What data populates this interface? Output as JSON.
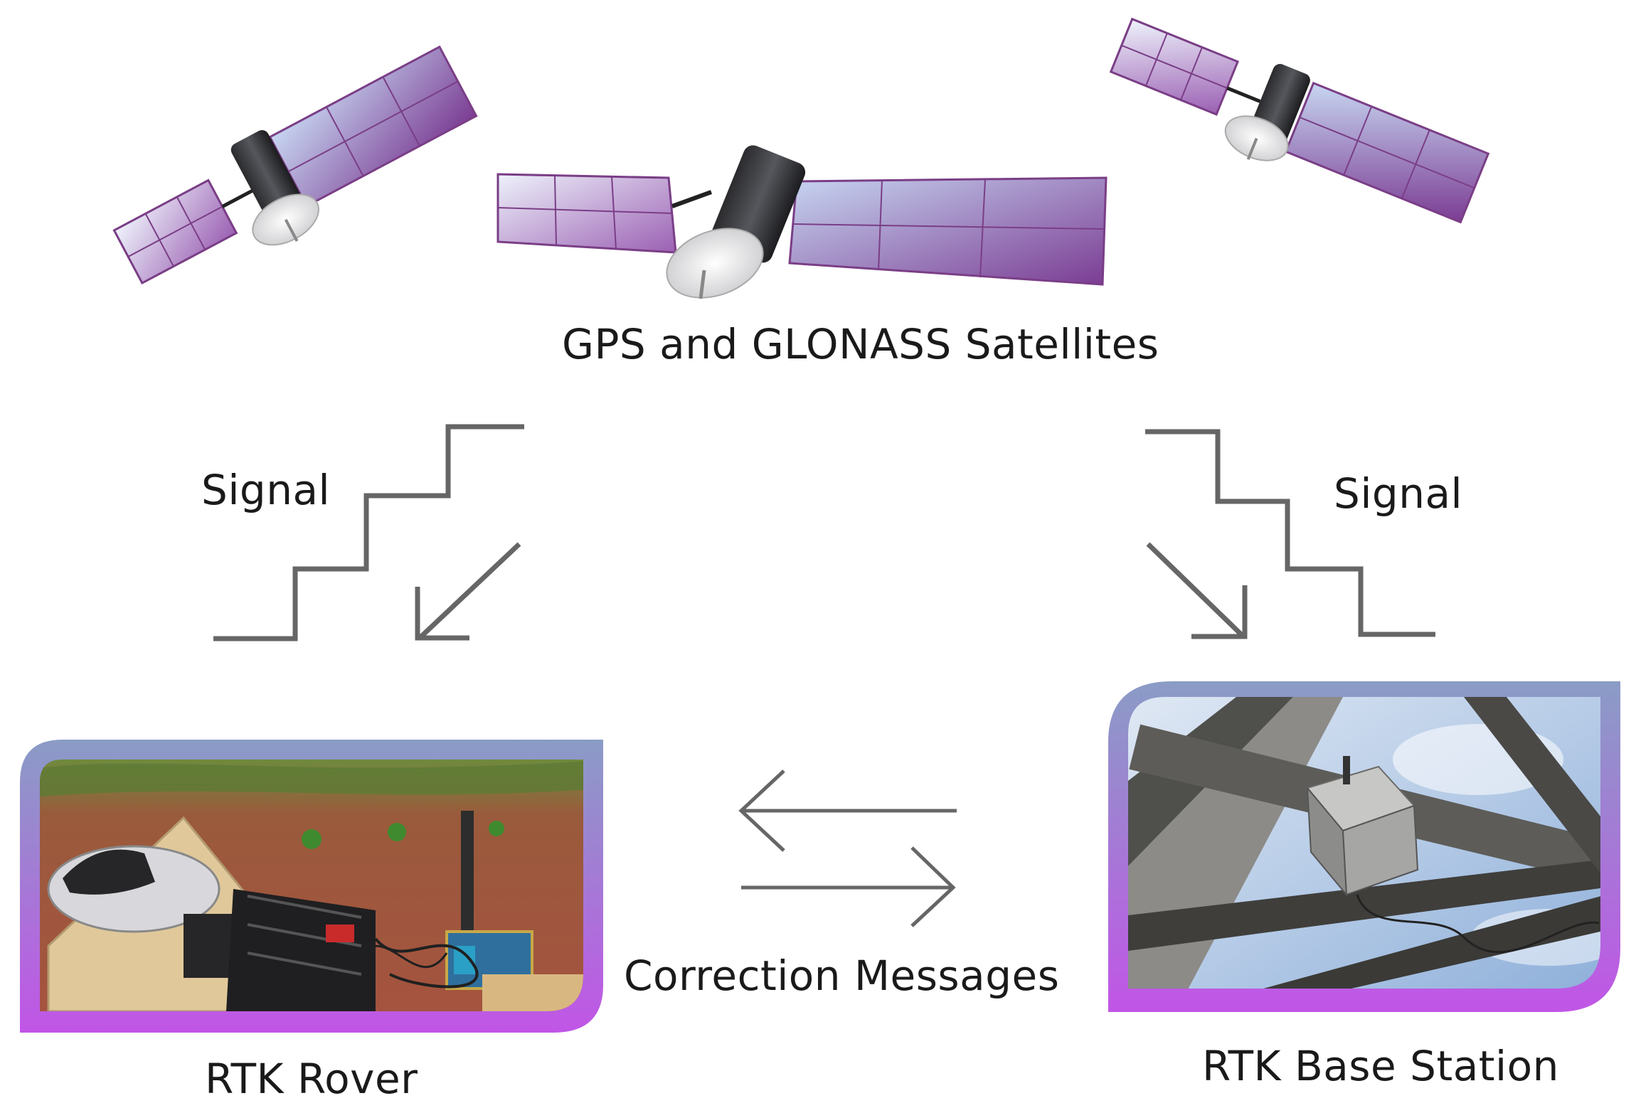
{
  "labels": {
    "satellites": "GPS and GLONASS Satellites",
    "signal_left": "Signal",
    "signal_right": "Signal",
    "correction": "Correction Messages",
    "rover": "RTK Rover",
    "base": "RTK Base Station"
  },
  "colors": {
    "panel_light": "#e2e8f6",
    "panel_purple": "#a26ab8",
    "panel_border": "#7a3e86",
    "arrow_gray": "#666666",
    "frame_top": "#8a9cc6",
    "frame_bottom": "#c155e6",
    "sky": "#a9c4e4",
    "soil": "#a5533f"
  }
}
